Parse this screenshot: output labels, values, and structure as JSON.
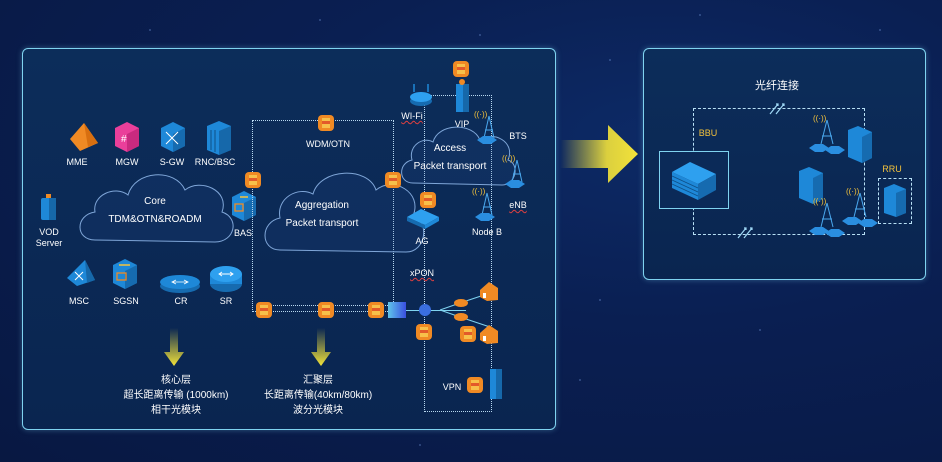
{
  "left_panel": {
    "core": {
      "devices": [
        {
          "name": "MME"
        },
        {
          "name": "MGW"
        },
        {
          "name": "S-GW"
        },
        {
          "name": "RNC/BSC"
        },
        {
          "name": "VOD\nServer"
        },
        {
          "name": "MSC"
        },
        {
          "name": "SGSN"
        },
        {
          "name": "CR"
        },
        {
          "name": "SR"
        },
        {
          "name": "BAS"
        }
      ],
      "vod_line1": "VOD",
      "vod_line2": "Server",
      "cloud_line1": "Core",
      "cloud_line2": "TDM&OTN&ROADM"
    },
    "aggregation": {
      "wdm_label": "WDM/OTN",
      "cloud_line1": "Aggregation",
      "cloud_line2": "Packet transport"
    },
    "access": {
      "cloud_line1": "Access",
      "cloud_line2": "Packet transport",
      "wifi": "WI-Fi",
      "vip": "VIP",
      "bts": "BTS",
      "enb": "eNB",
      "nodeb": "Node B",
      "ag": "AG",
      "xpon": "xPON",
      "vpn": "VPN"
    },
    "layers": [
      {
        "title": "核心层",
        "line2": "超长距离传输 (1000km)",
        "line3": "相干光模块"
      },
      {
        "title": "汇聚层",
        "line2": "长距离传输(40km/80km)",
        "line3": "波分光模块"
      }
    ]
  },
  "right_panel": {
    "title": "光纤连接",
    "bbu": "BBU",
    "rru": "RRU"
  },
  "colors": {
    "panel_border": "#7fd3f0",
    "accent_gold": "#f5c33b",
    "device_blue": "#1e88d8",
    "module_orange": "#f08a24",
    "arrow_yellow": "#f2e23a"
  }
}
